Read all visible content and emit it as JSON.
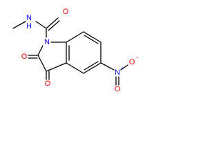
{
  "colors": {
    "carbon_bond": "#000000",
    "nitrogen": "#0000ff",
    "oxygen": "#ff0000",
    "background": "#ffffff"
  },
  "atoms": {
    "amide_n": {
      "symbol": "N",
      "hydrogen": "H"
    },
    "amide_o": {
      "symbol": "O"
    },
    "ring_n": {
      "symbol": "N"
    },
    "keto_o_upper": {
      "symbol": "O"
    },
    "keto_o_lower": {
      "symbol": "O"
    },
    "nitro_n": {
      "symbol": "N",
      "charge": "+"
    },
    "nitro_o_single": {
      "symbol": "O",
      "charge": "−"
    },
    "nitro_o_double": {
      "symbol": "O"
    }
  }
}
